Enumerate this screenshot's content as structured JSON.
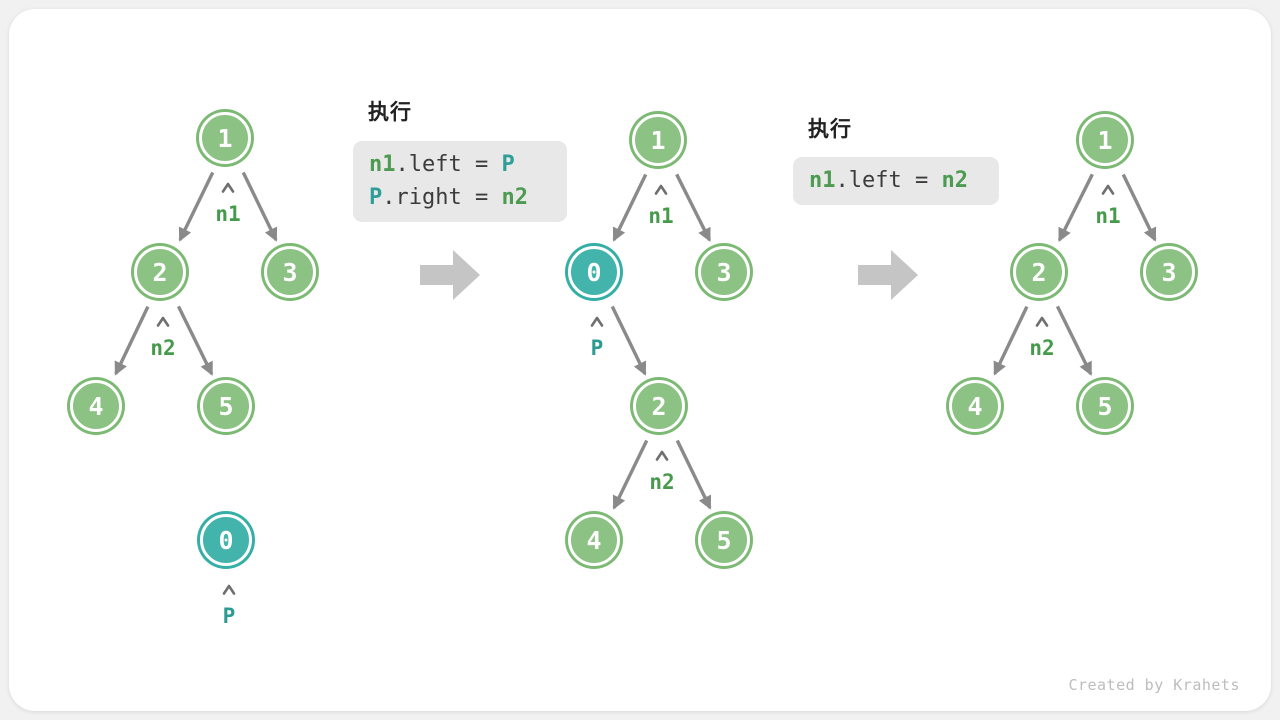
{
  "watermark": "Created by Krahets",
  "colors": {
    "page_bg": "#f1f1f1",
    "card_bg": "#ffffff",
    "node_green_fill": "#8cc283",
    "node_green_ring": "#7cba74",
    "node_teal_fill": "#43b4ab",
    "node_teal_ring": "#35afa5",
    "edge": "#8a8a8a",
    "chevron": "#6f6f6f",
    "label_green": "#479a4b",
    "label_teal": "#2d9a93",
    "code_bg": "#e8e8e8",
    "code_plain": "#3c3c3c",
    "code_green": "#4c9b50",
    "code_teal": "#2d9e98",
    "big_arrow": "#c5c5c5",
    "watermark_color": "#bdbdbd"
  },
  "steps": [
    {
      "header": "执行",
      "lines": [
        [
          {
            "text": "n1",
            "color": "green"
          },
          {
            "text": ".left = ",
            "color": "plain"
          },
          {
            "text": "P",
            "color": "teal"
          }
        ],
        [
          {
            "text": "P",
            "color": "teal"
          },
          {
            "text": ".right = ",
            "color": "plain"
          },
          {
            "text": "n2",
            "color": "green"
          }
        ]
      ]
    },
    {
      "header": "执行",
      "lines": [
        [
          {
            "text": "n1",
            "color": "green"
          },
          {
            "text": ".left = ",
            "color": "plain"
          },
          {
            "text": "n2",
            "color": "green"
          }
        ]
      ]
    }
  ],
  "trees": [
    {
      "name": "tree-initial",
      "nodes": [
        {
          "id": "t1-1",
          "label": "1",
          "variant": "green"
        },
        {
          "id": "t1-2",
          "label": "2",
          "variant": "green"
        },
        {
          "id": "t1-3",
          "label": "3",
          "variant": "green"
        },
        {
          "id": "t1-4",
          "label": "4",
          "variant": "green"
        },
        {
          "id": "t1-5",
          "label": "5",
          "variant": "green"
        },
        {
          "id": "t1-0",
          "label": "0",
          "variant": "teal"
        }
      ],
      "edges": [
        [
          "t1-1",
          "t1-2"
        ],
        [
          "t1-1",
          "t1-3"
        ],
        [
          "t1-2",
          "t1-4"
        ],
        [
          "t1-2",
          "t1-5"
        ]
      ],
      "pointers": [
        {
          "target": "t1-1",
          "text": "n1",
          "color": "green"
        },
        {
          "target": "t1-2",
          "text": "n2",
          "color": "green"
        },
        {
          "target": "t1-0",
          "text": "P",
          "color": "teal"
        }
      ]
    },
    {
      "name": "tree-after-insert",
      "nodes": [
        {
          "id": "t2-1",
          "label": "1",
          "variant": "green"
        },
        {
          "id": "t2-0",
          "label": "0",
          "variant": "teal"
        },
        {
          "id": "t2-3",
          "label": "3",
          "variant": "green"
        },
        {
          "id": "t2-2",
          "label": "2",
          "variant": "green"
        },
        {
          "id": "t2-4",
          "label": "4",
          "variant": "green"
        },
        {
          "id": "t2-5",
          "label": "5",
          "variant": "green"
        }
      ],
      "edges": [
        [
          "t2-1",
          "t2-0"
        ],
        [
          "t2-1",
          "t2-3"
        ],
        [
          "t2-0",
          "t2-2"
        ],
        [
          "t2-2",
          "t2-4"
        ],
        [
          "t2-2",
          "t2-5"
        ]
      ],
      "pointers": [
        {
          "target": "t2-1",
          "text": "n1",
          "color": "green"
        },
        {
          "target": "t2-0",
          "text": "P",
          "color": "teal"
        },
        {
          "target": "t2-2",
          "text": "n2",
          "color": "green"
        }
      ]
    },
    {
      "name": "tree-after-remove",
      "nodes": [
        {
          "id": "t3-1",
          "label": "1",
          "variant": "green"
        },
        {
          "id": "t3-2",
          "label": "2",
          "variant": "green"
        },
        {
          "id": "t3-3",
          "label": "3",
          "variant": "green"
        },
        {
          "id": "t3-4",
          "label": "4",
          "variant": "green"
        },
        {
          "id": "t3-5",
          "label": "5",
          "variant": "green"
        }
      ],
      "edges": [
        [
          "t3-1",
          "t3-2"
        ],
        [
          "t3-1",
          "t3-3"
        ],
        [
          "t3-2",
          "t3-4"
        ],
        [
          "t3-2",
          "t3-5"
        ]
      ],
      "pointers": [
        {
          "target": "t3-1",
          "text": "n1",
          "color": "green"
        },
        {
          "target": "t3-2",
          "text": "n2",
          "color": "green"
        }
      ]
    }
  ]
}
